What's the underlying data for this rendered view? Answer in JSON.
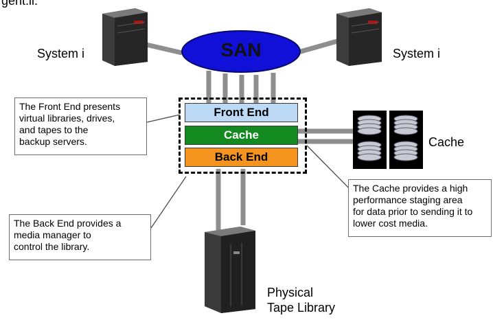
{
  "header_fragment": "gent.ii.",
  "hubs": {
    "san_label": "SAN"
  },
  "servers": {
    "left_label": "System i",
    "right_label": "System i"
  },
  "layers": {
    "front_end": "Front End",
    "cache": "Cache",
    "back_end": "Back End"
  },
  "cache_storage": {
    "label": "Cache"
  },
  "tape_library": {
    "label_line1": "Physical",
    "label_line2": "Tape Library"
  },
  "callouts": {
    "front_end": [
      "The Front End presents",
      "virtual libraries, drives,",
      "and tapes to the",
      "backup servers."
    ],
    "back_end": [
      "The Back End provides a",
      "media manager to",
      "control the library."
    ],
    "cache": [
      "The Cache provides a high",
      "performance staging area",
      "for data prior to sending it to",
      "lower cost media."
    ]
  },
  "colors": {
    "san_fill": "#1010d8",
    "front_end": "#bcd9f6",
    "cache": "#138a1f",
    "back_end": "#f4931e",
    "connector": "#8e8e8e"
  }
}
